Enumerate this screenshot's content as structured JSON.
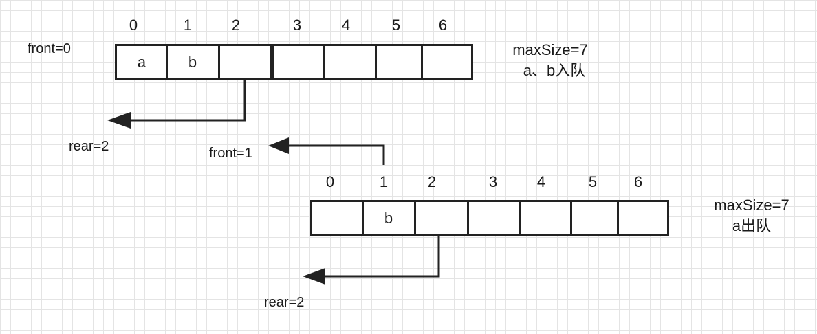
{
  "queue_top": {
    "indices": [
      "0",
      "1",
      "2",
      "3",
      "4",
      "5",
      "6"
    ],
    "cells": [
      "a",
      "b",
      "",
      "",
      "",
      "",
      ""
    ],
    "front_label": "front=0",
    "rear_label": "rear=2",
    "max_size": "maxSize=7",
    "caption": "a、b入队"
  },
  "queue_bottom": {
    "indices": [
      "0",
      "1",
      "2",
      "3",
      "4",
      "5",
      "6"
    ],
    "cells": [
      "",
      "b",
      "",
      "",
      "",
      "",
      ""
    ],
    "front_label": "front=1",
    "rear_label": "rear=2",
    "max_size": "maxSize=7",
    "caption": "a出队"
  },
  "colors": {
    "line": "#222222",
    "grid": "#e4e4e4",
    "background": "#ffffff"
  }
}
